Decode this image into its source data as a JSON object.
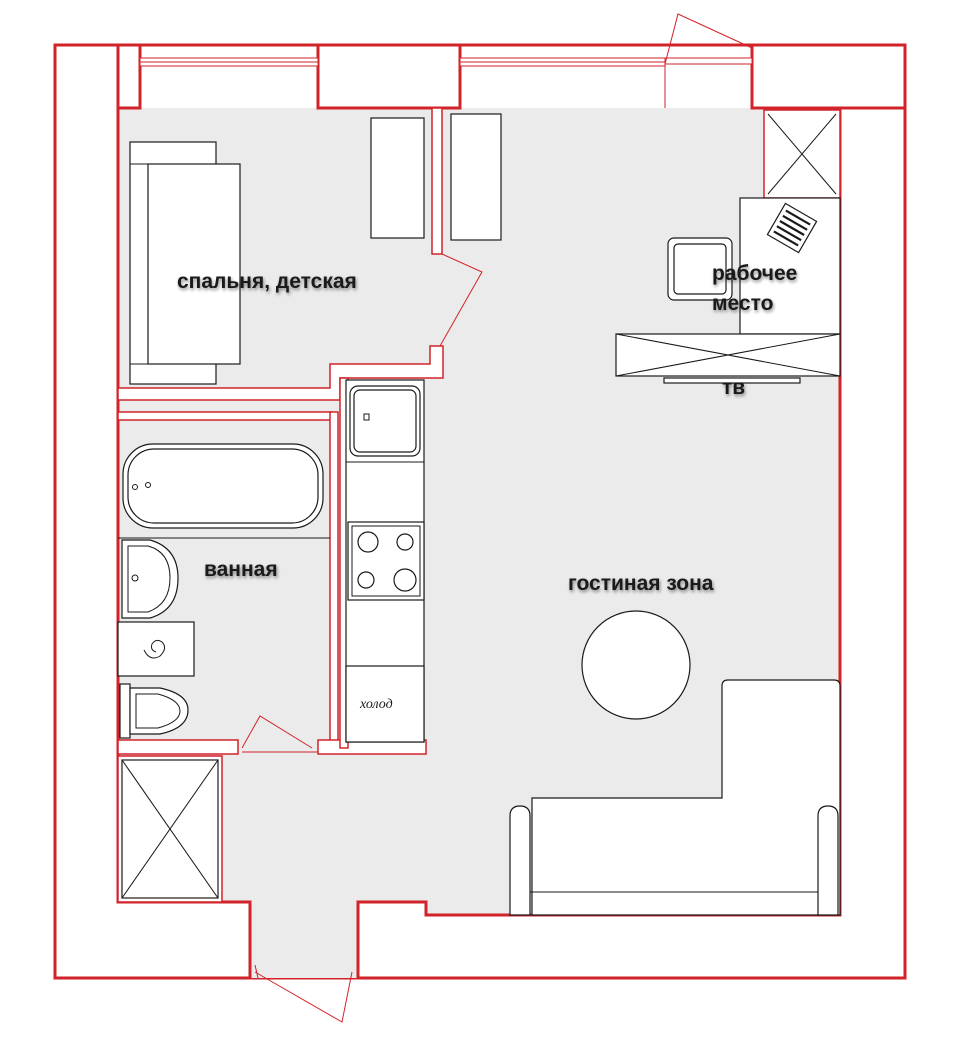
{
  "rooms": {
    "bedroom": "спальня, детская",
    "workplace_line1": "рабочее",
    "workplace_line2": "место",
    "tv": "тв",
    "bathroom": "ванная",
    "living": "гостиная зона",
    "fridge": "холод"
  },
  "colors": {
    "wall": "#d2232a",
    "floor": "#ebebeb",
    "furniture_stroke": "#1a1a1a"
  }
}
